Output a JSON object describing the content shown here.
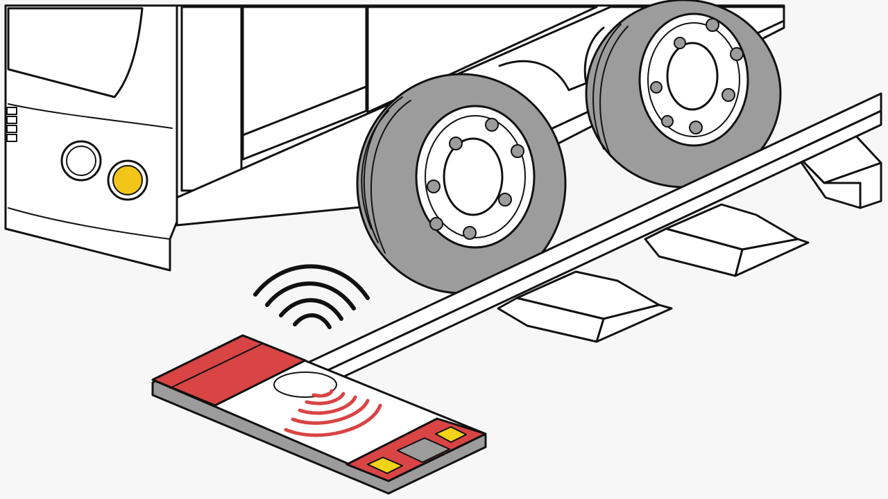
{
  "colors": {
    "background": "#f7f7f7",
    "outline": "#111111",
    "body": "#ffffff",
    "tire": "#9c9c9c",
    "hub": "#ffffff",
    "lamp_amber": "#f2c618",
    "card_red": "#d94444",
    "card_body": "#ffffff",
    "card_chip": "#9c9c9c",
    "card_pad": "#f2d31a",
    "card_base": "#9c9c9c",
    "wave_dark": "#111111",
    "wave_red": "#d94444"
  },
  "icons": {
    "vehicle": "bus-icon",
    "signal": "wireless-signal-icon",
    "card": "contactless-card-icon",
    "nfc": "nfc-waves-icon"
  },
  "scene": {
    "subject": "bus-over-contactless-sensor",
    "wheel_count": 2,
    "lamp_count": 2,
    "speed_bump_count": 3,
    "signal_arc_count": 4,
    "card_wave_count": 5
  }
}
